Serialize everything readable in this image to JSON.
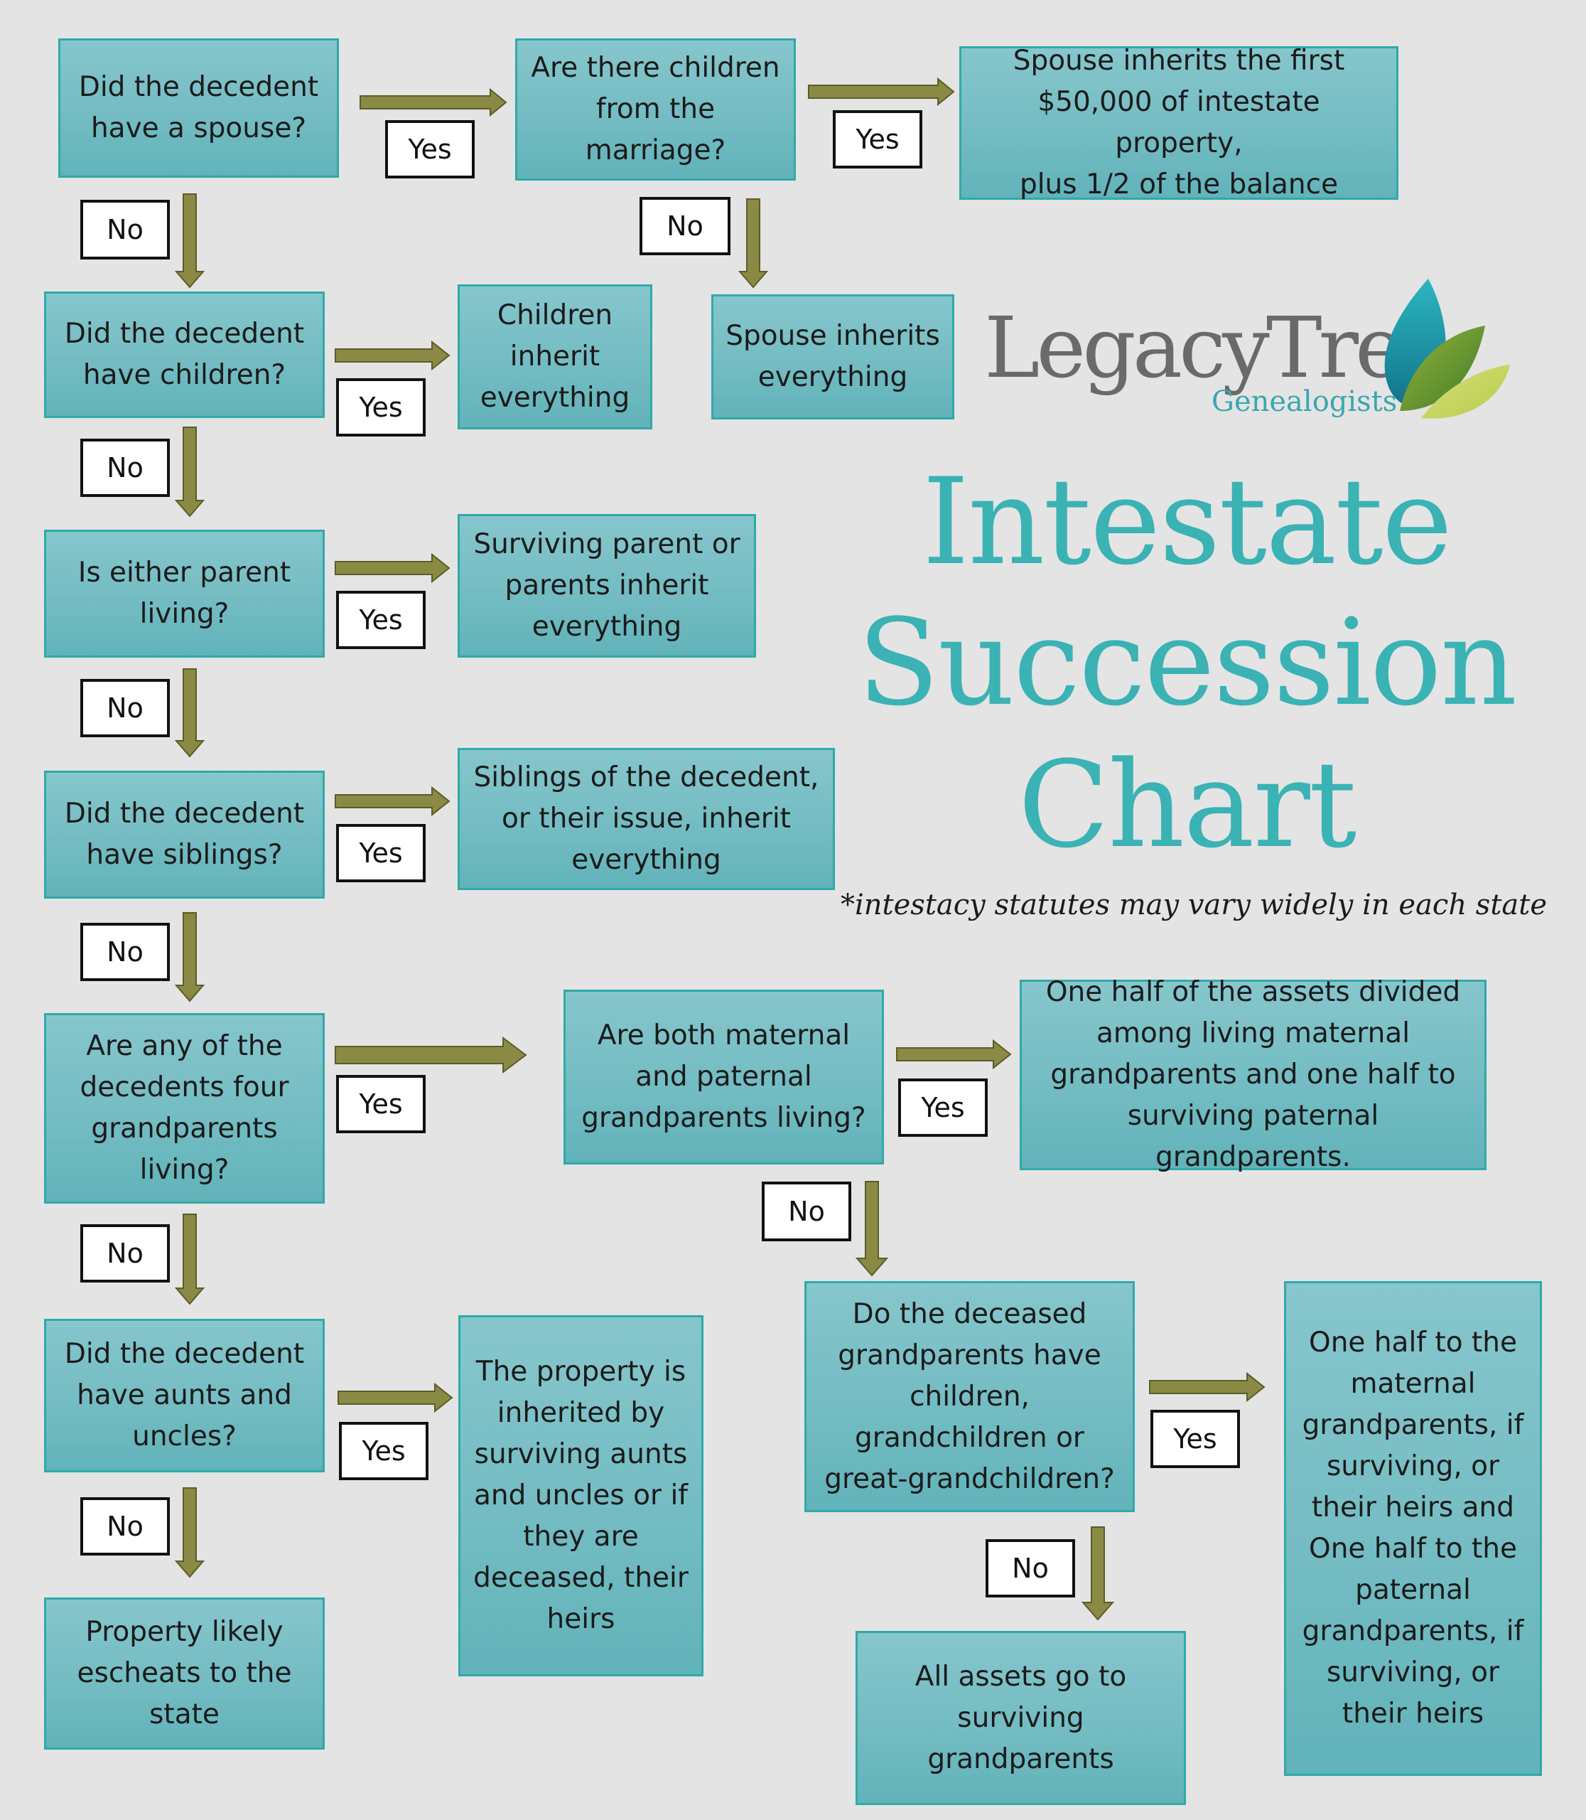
{
  "brand": {
    "name": "LegacyTree",
    "sub": "Genealogists"
  },
  "title": {
    "line1": "Intestate",
    "line2": "Succession",
    "line3": "Chart"
  },
  "note": "*intestacy statutes may vary widely in each state",
  "colors": {
    "box": "#74bcc3",
    "box_border": "#2faaa9",
    "arrow": "#8a8a45",
    "title": "#3bb2b4",
    "background": "#e4e4e4"
  },
  "labels": {
    "yes": "Yes",
    "no": "No"
  },
  "nodes": {
    "spouse_q": "Did the decedent\nhave a spouse?",
    "children_marriage_q": "Are there children\nfrom the\nmarriage?",
    "spouse_50k": "Spouse inherits the first\n$50,000 of intestate property,\nplus 1/2 of the balance",
    "children_q": "Did the decedent\nhave children?",
    "children_inherit": "Children\ninherit\neverything",
    "spouse_everything": "Spouse inherits\neverything",
    "parent_q": "Is either parent\nliving?",
    "parents_inherit": "Surviving parent or\nparents inherit\neverything",
    "siblings_q": "Did the decedent\nhave siblings?",
    "siblings_inherit": "Siblings of the decedent,\nor their issue, inherit\neverything",
    "grandparents_q": "Are any of the\ndecedents four\ngrandparents\nliving?",
    "both_gp_q": "Are both maternal\nand paternal\ngrandparents living?",
    "half_assets": "One half of the assets divided\namong living maternal\ngrandparents and one half to\nsurviving paternal grandparents.",
    "aunts_q": "Did the decedent\nhave aunts and\nuncles?",
    "aunts_inherit": "The property is\ninherited by\nsurviving aunts\nand uncles or if\nthey are\ndeceased, their\nheirs",
    "deceased_gp_q": "Do the deceased\ngrandparents have\nchildren,\ngrandchildren or\ngreat-grandchildren?",
    "half_heirs": "One half to the\nmaternal\ngrandparents, if\nsurviving, or\ntheir heirs and\nOne half to the\npaternal\ngrandparents, if\nsurviving, or\ntheir heirs",
    "escheat": "Property likely\nescheats to the\nstate",
    "all_assets": "All assets go to\nsurviving\ngrandparents"
  }
}
